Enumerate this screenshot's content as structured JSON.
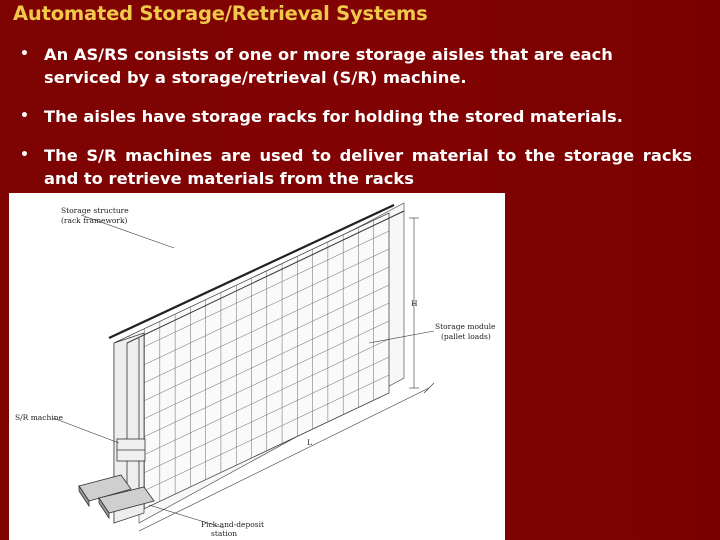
{
  "slide": {
    "title": "Automated Storage/Retrieval Systems",
    "bullets": [
      "An AS/RS consists of one or more storage aisles that are each serviced by a storage/retrieval (S/R) machine.",
      "The aisles have storage racks for holding the stored materials.",
      "The S/R machines are used to deliver material to the storage racks and to retrieve materials from the racks"
    ],
    "colors": {
      "background": "#7e0303",
      "title": "#f0c84a",
      "text": "#ffffff"
    }
  },
  "figure": {
    "labels": {
      "storage_structure_line1": "Storage structure",
      "storage_structure_line2": "(rack framework)",
      "height": "H",
      "storage_module_line1": "Storage module",
      "storage_module_line2": "(pallet loads)",
      "sr_machine": "S/R machine",
      "length": "L",
      "pd_station_line1": "Pick-and-deposit",
      "pd_station_line2": "station"
    }
  }
}
